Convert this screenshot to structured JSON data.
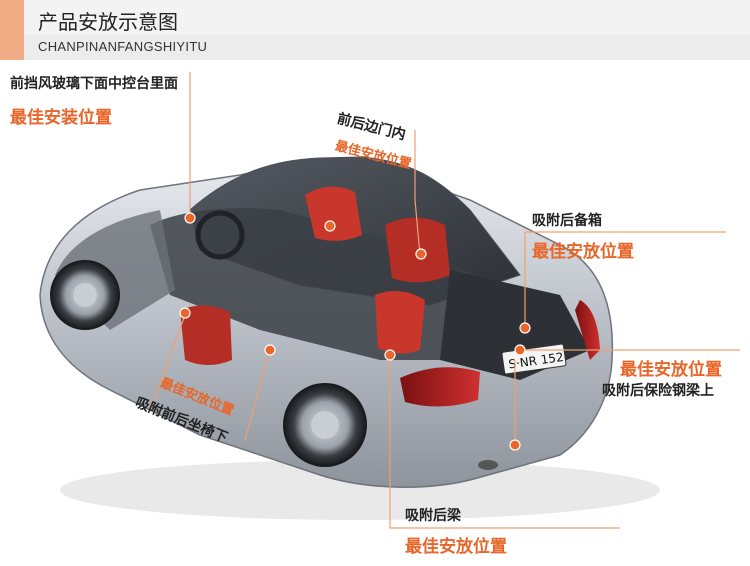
{
  "header": {
    "title": "产品安放示意图",
    "subtitle": "CHANPINANFANGSHIYITU"
  },
  "callouts": {
    "windshield": {
      "location": "前挡风玻璃下面中控台里面",
      "note": "最佳安装位置"
    },
    "side_door": {
      "location": "前后边门内",
      "note": "最佳安放位置"
    },
    "rear_trunk": {
      "location": "吸附后备箱",
      "note": "最佳安放位置"
    },
    "rear_bumper": {
      "note": "最佳安放位置",
      "location": "吸附后保险钢梁上"
    },
    "front_seat": {
      "note": "最佳安放位置",
      "location": "吸附前后坐椅下"
    },
    "rear_beam": {
      "location": "吸附后梁",
      "note": "最佳安放位置"
    }
  },
  "plate_text": "S·NR 152",
  "colors": {
    "accent": "#e8662a",
    "leader": "#f0a070",
    "marker": "#e8662a"
  }
}
